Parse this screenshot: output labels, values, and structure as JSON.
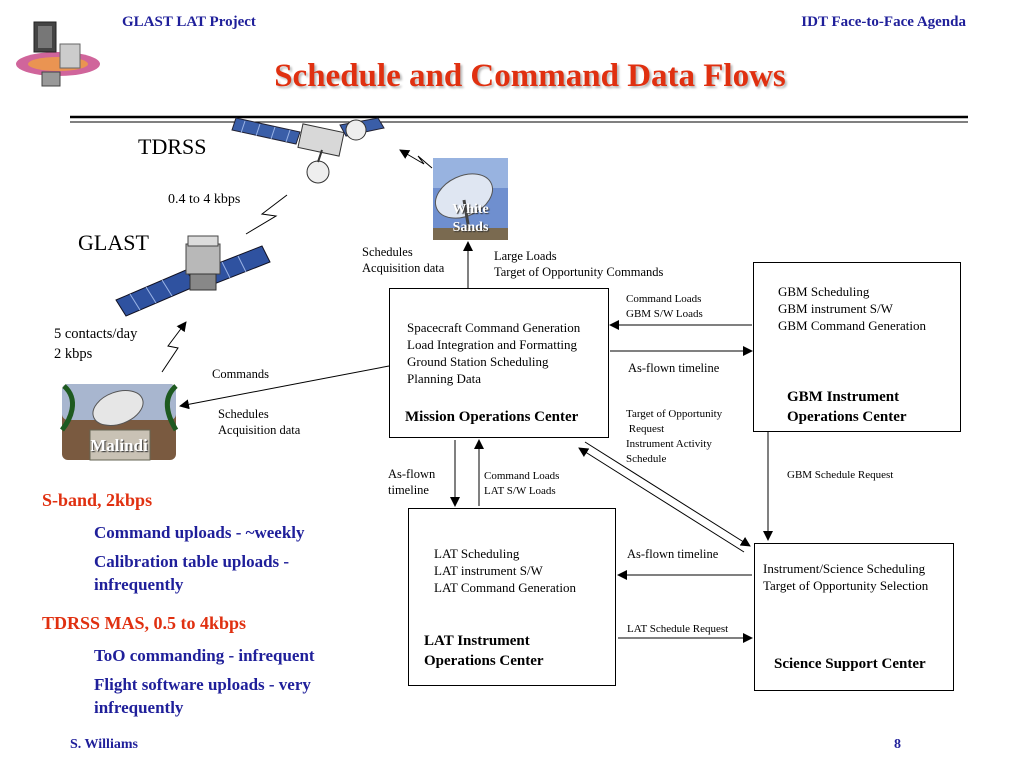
{
  "header": {
    "left": "GLAST LAT Project",
    "right": "IDT Face-to-Face Agenda"
  },
  "title": "Schedule and Command Data Flows",
  "labels": {
    "tdrss": "TDRSS",
    "glast": "GLAST",
    "tdrss_rate": "0.4 to 4 kbps",
    "white_sands": [
      "White",
      "Sands"
    ],
    "malindi": "Malindi",
    "contacts": [
      "5 contacts/day",
      "2 kbps"
    ],
    "commands": "Commands",
    "schedules_malindi": [
      "Schedules",
      "Acquisition data"
    ],
    "schedules_ws": [
      "Schedules",
      "Acquisition data"
    ],
    "large_loads": [
      "Large Loads",
      "Target of Opportunity Commands"
    ],
    "gbm_cmd_loads": [
      "Command Loads",
      "GBM S/W Loads"
    ],
    "as_flown_gbm": "As-flown timeline",
    "too_request": [
      "Target of Opportunity",
      " Request",
      "Instrument Activity",
      "Schedule"
    ],
    "gbm_sched_req": "GBM Schedule Request",
    "as_flown_lat": [
      "As-flown",
      "timeline"
    ],
    "lat_cmd_loads": [
      "Command Loads",
      "LAT S/W Loads"
    ],
    "as_flown_ssc": "As-flown timeline",
    "lat_sched_req": "LAT Schedule Request"
  },
  "boxes": {
    "moc": {
      "lines": [
        "Spacecraft Command Generation",
        "Load Integration and Formatting",
        "Ground Station Scheduling",
        "Planning Data"
      ],
      "title": "Mission Operations Center"
    },
    "gbm": {
      "lines": [
        "GBM Scheduling",
        "GBM instrument S/W",
        "GBM Command Generation"
      ],
      "title": [
        "GBM Instrument",
        "Operations Center"
      ]
    },
    "lat": {
      "lines": [
        "LAT Scheduling",
        "LAT instrument S/W",
        "LAT Command Generation"
      ],
      "title": [
        "LAT Instrument",
        "Operations Center"
      ]
    },
    "ssc": {
      "lines": [
        "Instrument/Science Scheduling",
        "Target of Opportunity Selection"
      ],
      "title": "Science Support Center"
    }
  },
  "bullets": [
    {
      "heading": "S-band, 2kbps",
      "items": [
        "Command uploads - ~weekly",
        "Calibration table uploads -",
        "infrequently"
      ]
    },
    {
      "heading": "TDRSS MAS, 0.5 to 4kbps",
      "items": [
        "ToO commanding - infrequent",
        "Flight software uploads - very",
        "infrequently"
      ]
    }
  ],
  "footer": {
    "author": "S. Williams",
    "page": "8"
  },
  "colors": {
    "header_blue": "#1f1f9a",
    "title_red": "#e03010"
  }
}
